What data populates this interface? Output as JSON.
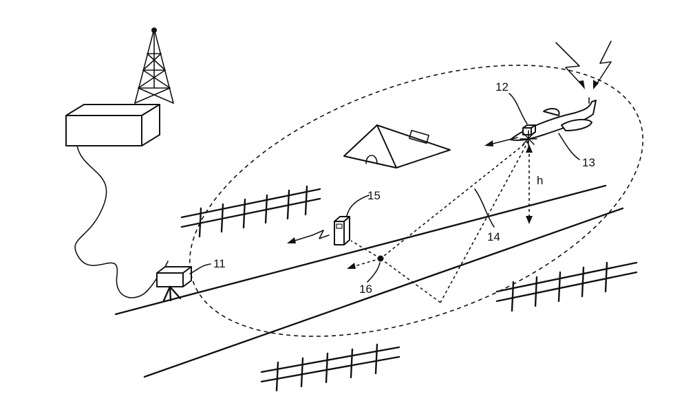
{
  "labels": {
    "ground_unit": "11",
    "onboard_unit": "12",
    "aircraft": "13",
    "signal_line": "14",
    "transmitter": "15",
    "ground_point": "16",
    "height": "h"
  },
  "colors": {
    "ink": "#111111",
    "background": "#ffffff"
  }
}
